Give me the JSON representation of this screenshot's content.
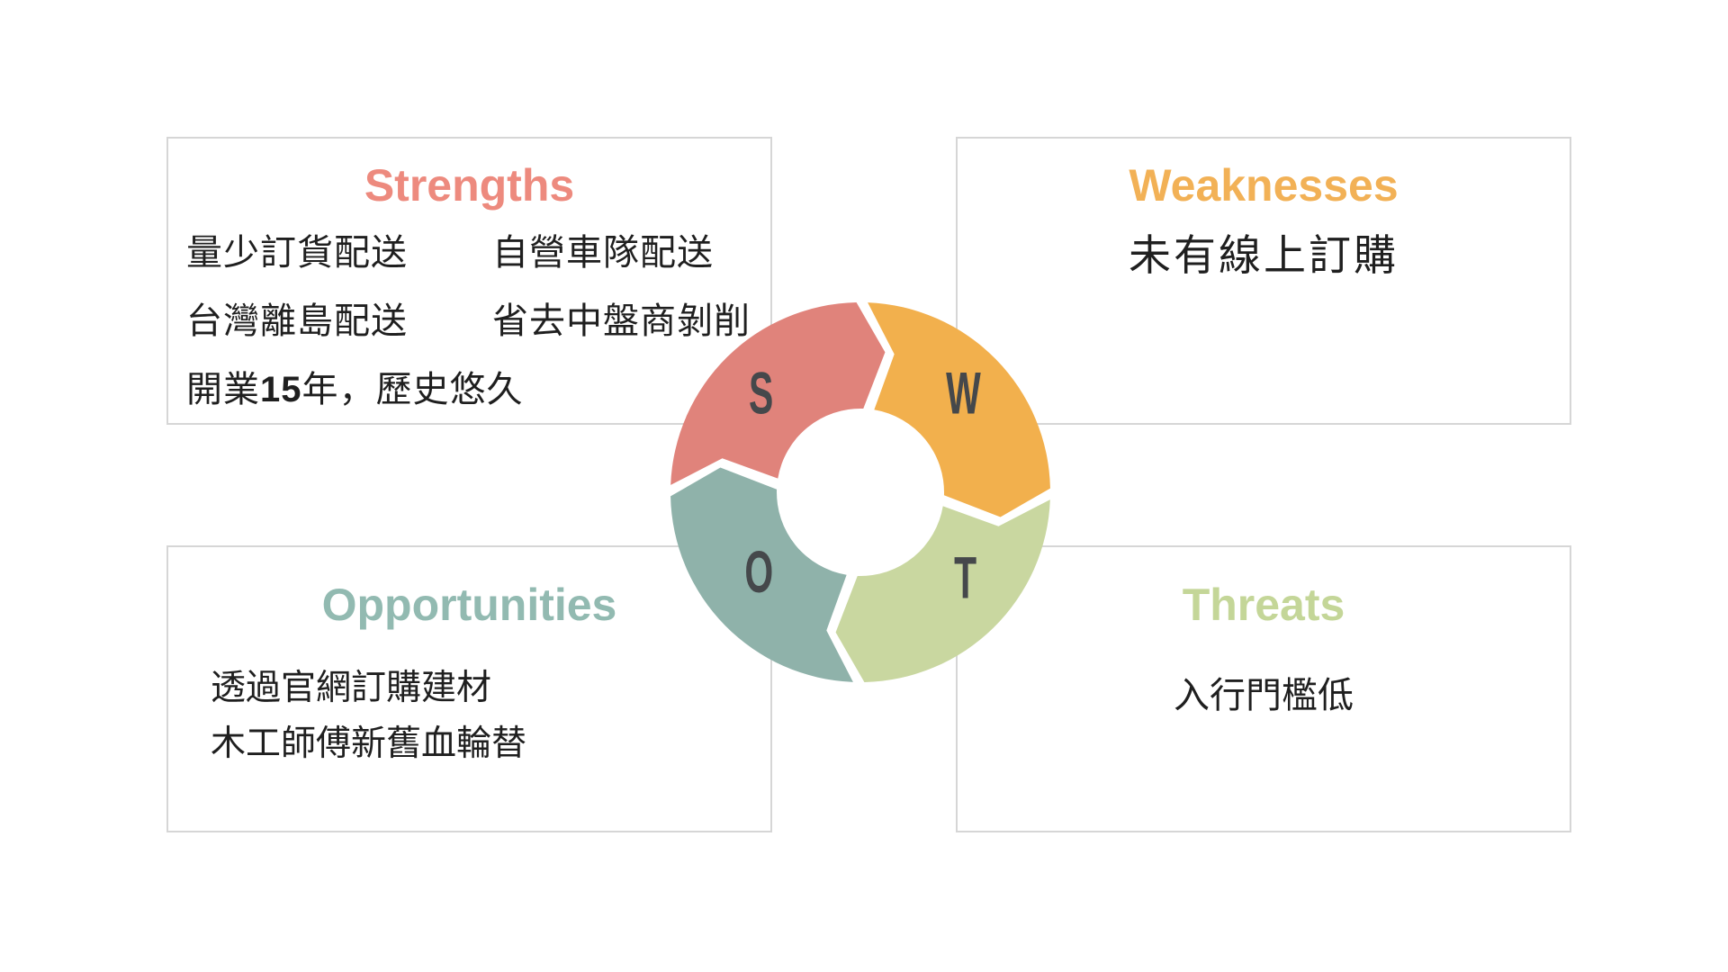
{
  "quadrants": [
    {
      "key": "strengths",
      "title": "Strengths",
      "title_color": "#ed8a7e",
      "rows": [
        [
          {
            "runs": [
              {
                "t": "量少訂貨配送"
              }
            ]
          },
          {
            "runs": [
              {
                "t": "自營車隊配送"
              }
            ]
          }
        ],
        [
          {
            "runs": [
              {
                "t": "台灣離島配送"
              }
            ]
          },
          {
            "runs": [
              {
                "t": "省去中盤商剝削"
              }
            ]
          }
        ],
        [
          {
            "runs": [
              {
                "t": "開業"
              },
              {
                "t": "15",
                "b": true
              },
              {
                "t": "年，歷史悠久"
              }
            ]
          }
        ]
      ]
    },
    {
      "key": "weaknesses",
      "title": "Weaknesses",
      "title_color": "#f2b156",
      "rows": [
        [
          {
            "runs": [
              {
                "t": "未有線上訂購"
              }
            ]
          }
        ]
      ]
    },
    {
      "key": "opportunities",
      "title": "Opportunities",
      "title_color": "#92bab1",
      "rows": [
        [
          {
            "runs": [
              {
                "t": "透過官網訂購建材"
              }
            ]
          }
        ],
        [
          {
            "runs": [
              {
                "t": "木工師傅新舊血輪替"
              }
            ]
          }
        ]
      ]
    },
    {
      "key": "threats",
      "title": "Threats",
      "title_color": "#c4d698",
      "rows": [
        [
          {
            "runs": [
              {
                "t": "入行門檻低"
              }
            ]
          }
        ]
      ]
    }
  ],
  "swot_wheel": {
    "letter_color": "#45484b",
    "segments": [
      {
        "letter": "S",
        "color": "#e0837b"
      },
      {
        "letter": "W",
        "color": "#f2b04d"
      },
      {
        "letter": "T",
        "color": "#c9d7a0"
      },
      {
        "letter": "O",
        "color": "#8fb2aa"
      }
    ]
  },
  "body_text_color": "#1f1f1f",
  "border_color": "#d6d6d6"
}
